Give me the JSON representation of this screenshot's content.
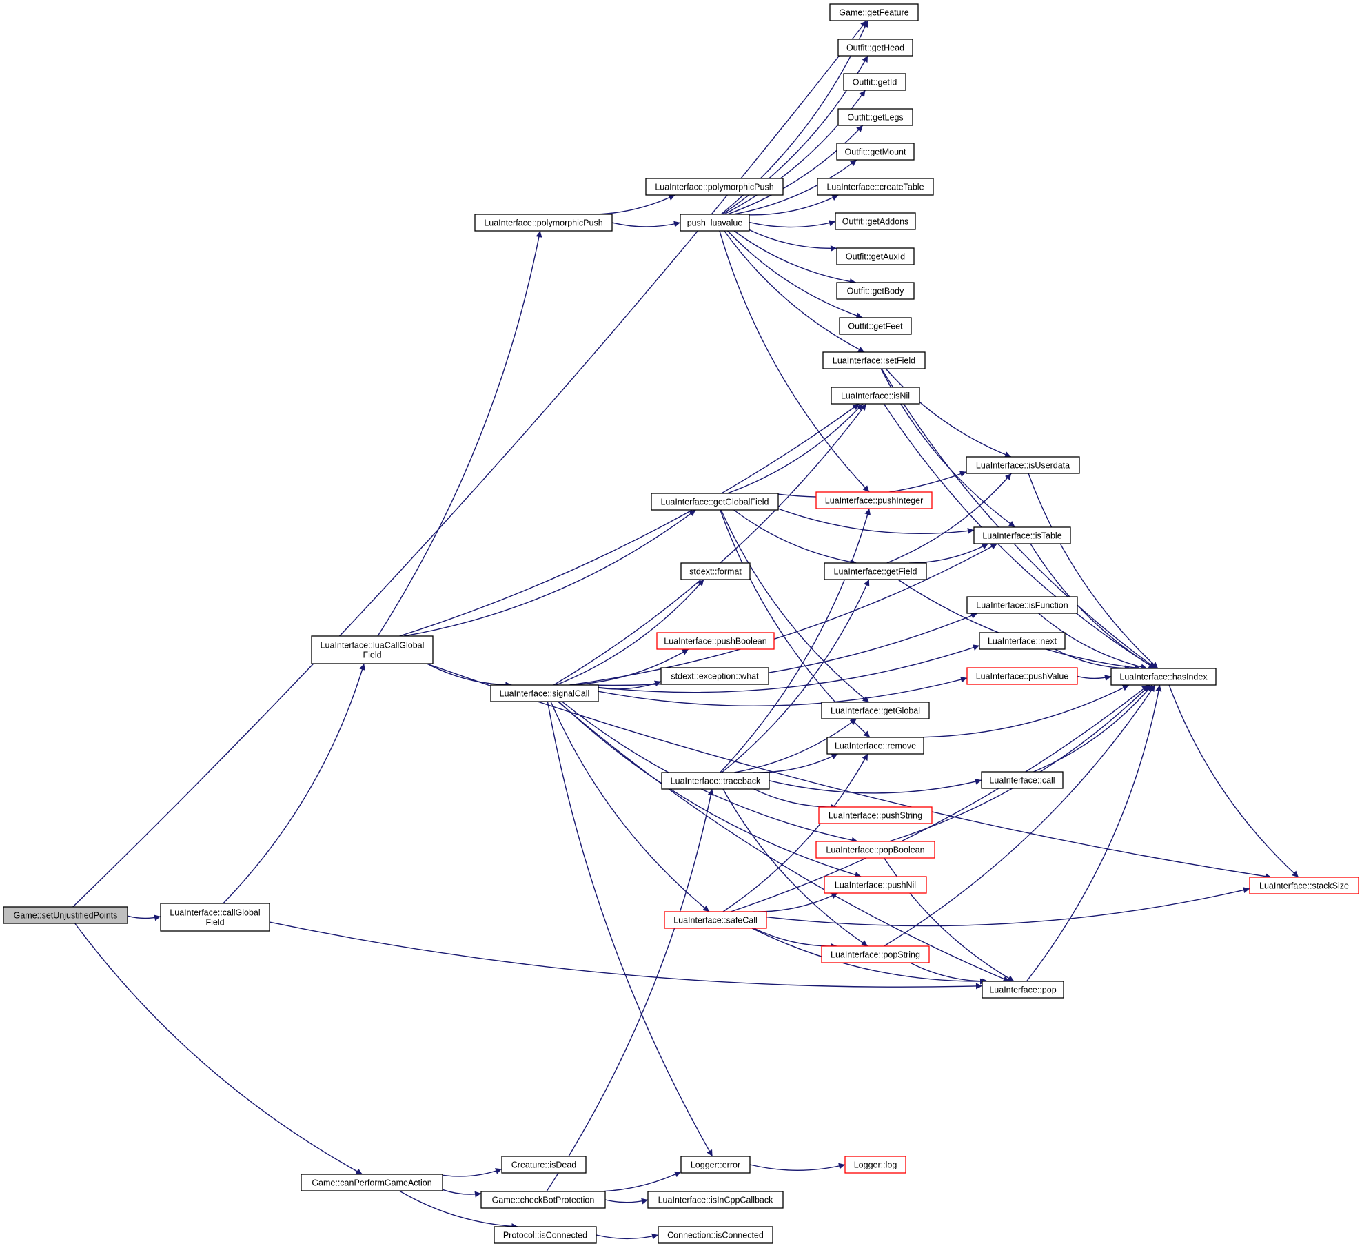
{
  "diagram": {
    "type": "call-graph",
    "colors": {
      "edge": "#191970",
      "node_border": "#000000",
      "node_border_truncated": "#ff0000",
      "root_fill": "#bfbfbf",
      "node_fill": "#ffffff"
    },
    "nodes": [
      {
        "id": "setUnjustifiedPoints",
        "lines": [
          "Game::setUnjustifiedPoints"
        ],
        "style": "root"
      },
      {
        "id": "callGlobalField",
        "lines": [
          "LuaInterface::callGlobal",
          "Field"
        ],
        "style": "normal"
      },
      {
        "id": "luaCallGlobalField",
        "lines": [
          "LuaInterface::luaCallGlobal",
          "Field"
        ],
        "style": "normal"
      },
      {
        "id": "canPerformGameAction",
        "lines": [
          "Game::canPerformGameAction"
        ],
        "style": "normal"
      },
      {
        "id": "polymorphicPush1",
        "lines": [
          "LuaInterface::polymorphicPush"
        ],
        "style": "normal"
      },
      {
        "id": "signalCall",
        "lines": [
          "LuaInterface::signalCall"
        ],
        "style": "normal"
      },
      {
        "id": "isDead",
        "lines": [
          "Creature::isDead"
        ],
        "style": "normal"
      },
      {
        "id": "checkBotProtection",
        "lines": [
          "Game::checkBotProtection"
        ],
        "style": "normal"
      },
      {
        "id": "protocolIsConnected",
        "lines": [
          "Protocol::isConnected"
        ],
        "style": "normal"
      },
      {
        "id": "polymorphicPush2",
        "lines": [
          "LuaInterface::polymorphicPush"
        ],
        "style": "normal"
      },
      {
        "id": "pushLuavalue",
        "lines": [
          "push_luavalue"
        ],
        "style": "normal"
      },
      {
        "id": "getGlobalField",
        "lines": [
          "LuaInterface::getGlobalField"
        ],
        "style": "normal"
      },
      {
        "id": "stdextFormat",
        "lines": [
          "stdext::format"
        ],
        "style": "normal"
      },
      {
        "id": "pushBoolean",
        "lines": [
          "LuaInterface::pushBoolean"
        ],
        "style": "truncated"
      },
      {
        "id": "exceptionWhat",
        "lines": [
          "stdext::exception::what"
        ],
        "style": "normal"
      },
      {
        "id": "traceback",
        "lines": [
          "LuaInterface::traceback"
        ],
        "style": "normal"
      },
      {
        "id": "safeCall",
        "lines": [
          "LuaInterface::safeCall"
        ],
        "style": "truncated"
      },
      {
        "id": "loggerError",
        "lines": [
          "Logger::error"
        ],
        "style": "normal"
      },
      {
        "id": "isInCppCallback",
        "lines": [
          "LuaInterface::isInCppCallback"
        ],
        "style": "normal"
      },
      {
        "id": "connectionIsConnected",
        "lines": [
          "Connection::isConnected"
        ],
        "style": "normal"
      },
      {
        "id": "getFeature",
        "lines": [
          "Game::getFeature"
        ],
        "style": "normal"
      },
      {
        "id": "getHead",
        "lines": [
          "Outfit::getHead"
        ],
        "style": "normal"
      },
      {
        "id": "getId",
        "lines": [
          "Outfit::getId"
        ],
        "style": "normal"
      },
      {
        "id": "getLegs",
        "lines": [
          "Outfit::getLegs"
        ],
        "style": "normal"
      },
      {
        "id": "getMount",
        "lines": [
          "Outfit::getMount"
        ],
        "style": "normal"
      },
      {
        "id": "createTable",
        "lines": [
          "LuaInterface::createTable"
        ],
        "style": "normal"
      },
      {
        "id": "getAddons",
        "lines": [
          "Outfit::getAddons"
        ],
        "style": "normal"
      },
      {
        "id": "getAuxId",
        "lines": [
          "Outfit::getAuxId"
        ],
        "style": "normal"
      },
      {
        "id": "getBody",
        "lines": [
          "Outfit::getBody"
        ],
        "style": "normal"
      },
      {
        "id": "getFeet",
        "lines": [
          "Outfit::getFeet"
        ],
        "style": "normal"
      },
      {
        "id": "setField",
        "lines": [
          "LuaInterface::setField"
        ],
        "style": "normal"
      },
      {
        "id": "isNil",
        "lines": [
          "LuaInterface::isNil"
        ],
        "style": "normal"
      },
      {
        "id": "pushInteger",
        "lines": [
          "LuaInterface::pushInteger"
        ],
        "style": "truncated"
      },
      {
        "id": "getField",
        "lines": [
          "LuaInterface::getField"
        ],
        "style": "normal"
      },
      {
        "id": "getGlobal",
        "lines": [
          "LuaInterface::getGlobal"
        ],
        "style": "normal"
      },
      {
        "id": "remove",
        "lines": [
          "LuaInterface::remove"
        ],
        "style": "normal"
      },
      {
        "id": "pushString",
        "lines": [
          "LuaInterface::pushString"
        ],
        "style": "truncated"
      },
      {
        "id": "popBoolean",
        "lines": [
          "LuaInterface::popBoolean"
        ],
        "style": "truncated"
      },
      {
        "id": "pushNil",
        "lines": [
          "LuaInterface::pushNil"
        ],
        "style": "truncated"
      },
      {
        "id": "popString",
        "lines": [
          "LuaInterface::popString"
        ],
        "style": "truncated"
      },
      {
        "id": "loggerLog",
        "lines": [
          "Logger::log"
        ],
        "style": "truncated"
      },
      {
        "id": "isUserdata",
        "lines": [
          "LuaInterface::isUserdata"
        ],
        "style": "normal"
      },
      {
        "id": "isTable",
        "lines": [
          "LuaInterface::isTable"
        ],
        "style": "normal"
      },
      {
        "id": "isFunction",
        "lines": [
          "LuaInterface::isFunction"
        ],
        "style": "normal"
      },
      {
        "id": "next",
        "lines": [
          "LuaInterface::next"
        ],
        "style": "normal"
      },
      {
        "id": "pushValue",
        "lines": [
          "LuaInterface::pushValue"
        ],
        "style": "truncated"
      },
      {
        "id": "call",
        "lines": [
          "LuaInterface::call"
        ],
        "style": "normal"
      },
      {
        "id": "pop",
        "lines": [
          "LuaInterface::pop"
        ],
        "style": "normal"
      },
      {
        "id": "hasIndex",
        "lines": [
          "LuaInterface::hasIndex"
        ],
        "style": "normal"
      },
      {
        "id": "stackSize",
        "lines": [
          "LuaInterface::stackSize"
        ],
        "style": "truncated"
      }
    ],
    "edges": [
      [
        "setUnjustifiedPoints",
        "getFeature"
      ],
      [
        "setUnjustifiedPoints",
        "callGlobalField"
      ],
      [
        "setUnjustifiedPoints",
        "canPerformGameAction"
      ],
      [
        "callGlobalField",
        "luaCallGlobalField"
      ],
      [
        "callGlobalField",
        "pop"
      ],
      [
        "luaCallGlobalField",
        "polymorphicPush1"
      ],
      [
        "luaCallGlobalField",
        "isNil"
      ],
      [
        "luaCallGlobalField",
        "getGlobalField"
      ],
      [
        "luaCallGlobalField",
        "signalCall"
      ],
      [
        "luaCallGlobalField",
        "stackSize"
      ],
      [
        "polymorphicPush1",
        "polymorphicPush2"
      ],
      [
        "polymorphicPush1",
        "pushLuavalue"
      ],
      [
        "pushLuavalue",
        "getFeature"
      ],
      [
        "pushLuavalue",
        "getHead"
      ],
      [
        "pushLuavalue",
        "getId"
      ],
      [
        "pushLuavalue",
        "getLegs"
      ],
      [
        "pushLuavalue",
        "getMount"
      ],
      [
        "pushLuavalue",
        "createTable"
      ],
      [
        "pushLuavalue",
        "getAddons"
      ],
      [
        "pushLuavalue",
        "getAuxId"
      ],
      [
        "pushLuavalue",
        "getBody"
      ],
      [
        "pushLuavalue",
        "getFeet"
      ],
      [
        "pushLuavalue",
        "setField"
      ],
      [
        "pushLuavalue",
        "pushInteger"
      ],
      [
        "setField",
        "isUserdata"
      ],
      [
        "setField",
        "isTable"
      ],
      [
        "setField",
        "hasIndex"
      ],
      [
        "isNil",
        "hasIndex"
      ],
      [
        "getGlobalField",
        "isNil"
      ],
      [
        "getGlobalField",
        "isUserdata"
      ],
      [
        "getGlobalField",
        "isTable"
      ],
      [
        "getGlobalField",
        "getField"
      ],
      [
        "getGlobalField",
        "getGlobal"
      ],
      [
        "getGlobalField",
        "remove"
      ],
      [
        "signalCall",
        "isNil"
      ],
      [
        "signalCall",
        "isTable"
      ],
      [
        "signalCall",
        "stdextFormat"
      ],
      [
        "signalCall",
        "isFunction"
      ],
      [
        "signalCall",
        "pushBoolean"
      ],
      [
        "signalCall",
        "exceptionWhat"
      ],
      [
        "signalCall",
        "next"
      ],
      [
        "signalCall",
        "pushValue"
      ],
      [
        "signalCall",
        "popBoolean"
      ],
      [
        "signalCall",
        "pushNil"
      ],
      [
        "signalCall",
        "safeCall"
      ],
      [
        "signalCall",
        "pop"
      ],
      [
        "signalCall",
        "loggerError"
      ],
      [
        "getField",
        "isUserdata"
      ],
      [
        "getField",
        "isTable"
      ],
      [
        "getField",
        "hasIndex"
      ],
      [
        "isUserdata",
        "hasIndex"
      ],
      [
        "isTable",
        "hasIndex"
      ],
      [
        "isFunction",
        "hasIndex"
      ],
      [
        "next",
        "hasIndex"
      ],
      [
        "pushValue",
        "hasIndex"
      ],
      [
        "remove",
        "hasIndex"
      ],
      [
        "call",
        "hasIndex"
      ],
      [
        "popBoolean",
        "hasIndex"
      ],
      [
        "popBoolean",
        "pop"
      ],
      [
        "popString",
        "hasIndex"
      ],
      [
        "popString",
        "pop"
      ],
      [
        "pop",
        "hasIndex"
      ],
      [
        "hasIndex",
        "stackSize"
      ],
      [
        "traceback",
        "getField"
      ],
      [
        "traceback",
        "pushInteger"
      ],
      [
        "traceback",
        "getGlobal"
      ],
      [
        "traceback",
        "remove"
      ],
      [
        "traceback",
        "call"
      ],
      [
        "traceback",
        "pushString"
      ],
      [
        "traceback",
        "popString"
      ],
      [
        "safeCall",
        "remove"
      ],
      [
        "safeCall",
        "pushNil"
      ],
      [
        "safeCall",
        "popString"
      ],
      [
        "safeCall",
        "pop"
      ],
      [
        "safeCall",
        "hasIndex"
      ],
      [
        "safeCall",
        "stackSize"
      ],
      [
        "canPerformGameAction",
        "isDead"
      ],
      [
        "canPerformGameAction",
        "checkBotProtection"
      ],
      [
        "canPerformGameAction",
        "protocolIsConnected"
      ],
      [
        "checkBotProtection",
        "traceback"
      ],
      [
        "checkBotProtection",
        "loggerError"
      ],
      [
        "checkBotProtection",
        "isInCppCallback"
      ],
      [
        "protocolIsConnected",
        "connectionIsConnected"
      ],
      [
        "loggerError",
        "loggerLog"
      ]
    ]
  }
}
